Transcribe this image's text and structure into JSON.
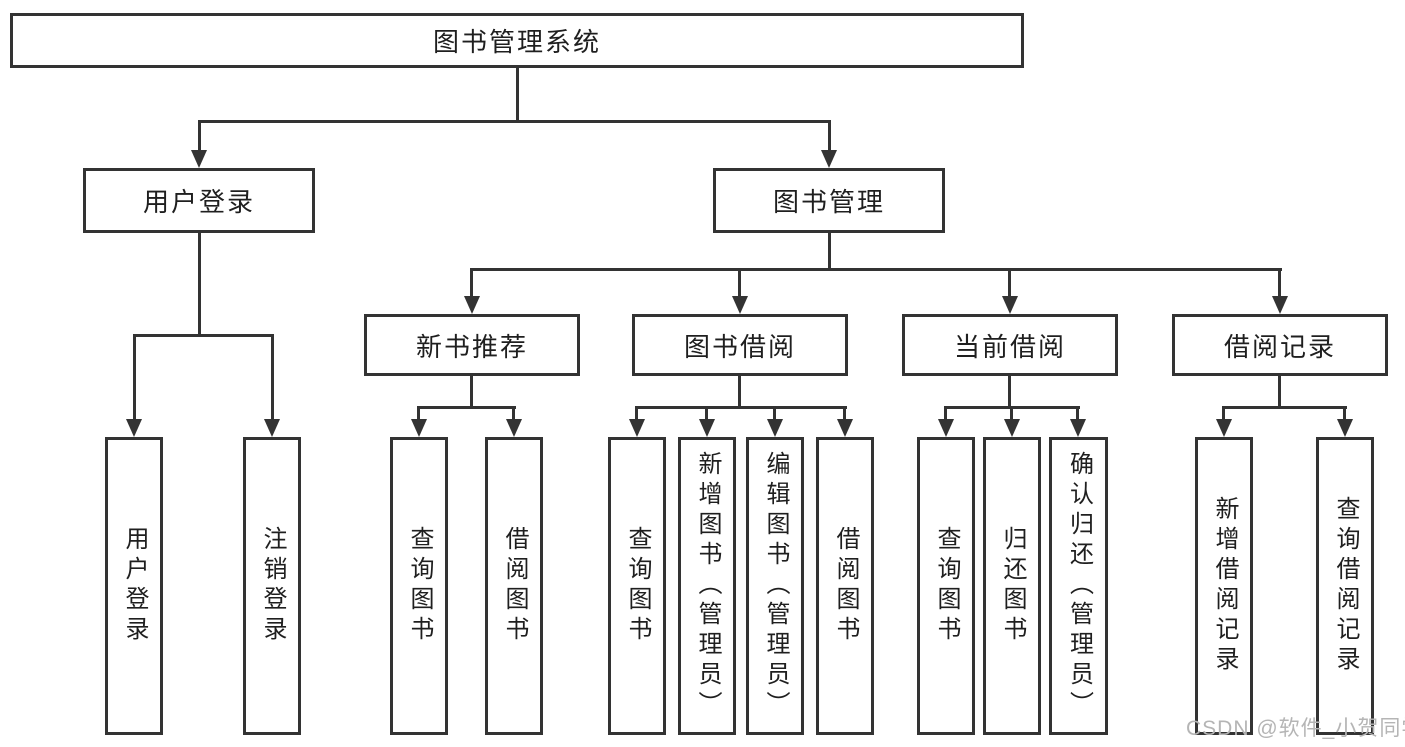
{
  "tree": {
    "label": "图书管理系统",
    "children": [
      {
        "label": "用户登录",
        "children": [
          {
            "label": "用户登录"
          },
          {
            "label": "注销登录"
          }
        ]
      },
      {
        "label": "图书管理",
        "children": [
          {
            "label": "新书推荐",
            "children": [
              {
                "label": "查询图书"
              },
              {
                "label": "借阅图书"
              }
            ]
          },
          {
            "label": "图书借阅",
            "children": [
              {
                "label": "查询图书"
              },
              {
                "label": "新增图书（管理员）"
              },
              {
                "label": "编辑图书（管理员）"
              },
              {
                "label": "借阅图书"
              }
            ]
          },
          {
            "label": "当前借阅",
            "children": [
              {
                "label": "查询图书"
              },
              {
                "label": "归还图书"
              },
              {
                "label": "确认归还（管理员）"
              }
            ]
          },
          {
            "label": "借阅记录",
            "children": [
              {
                "label": "新增借阅记录"
              },
              {
                "label": "查询借阅记录"
              }
            ]
          }
        ]
      }
    ]
  },
  "watermark": {
    "text": "CSDN @软件_小贺同学"
  },
  "colors": {
    "line": "#333333",
    "box_border": "#333333",
    "text": "#1f1f1f",
    "watermark": "#b5b5b5",
    "background": "#ffffff"
  }
}
